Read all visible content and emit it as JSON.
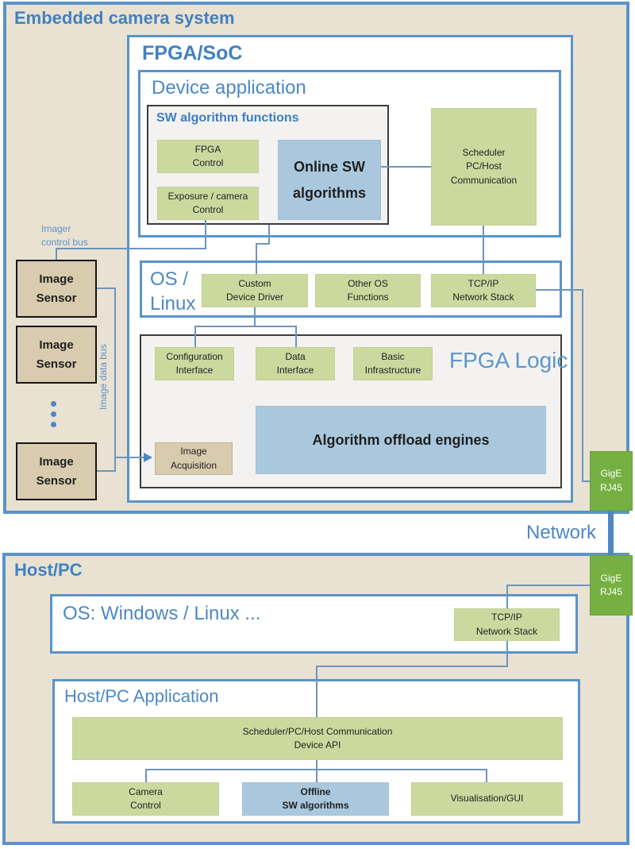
{
  "colors": {
    "accent_blue_border": "#5b93c8",
    "title_blue": "#4181c1",
    "connector_blue": "#6d94bf",
    "network_cable_blue": "#4d86c5",
    "box_green": "#cbd99f",
    "box_steel_blue": "#aac8dd",
    "box_tan": "#d8cbae",
    "gige_green": "#76b043",
    "background_beige": "#e9e2d3",
    "panel_gray": "#f3f2f0"
  },
  "embedded": {
    "title": "Embedded camera system",
    "imager_control_bus_label": "Imager\ncontrol bus",
    "image_data_bus_label": "Image data bus",
    "sensors": [
      "Image\nSensor",
      "Image\nSensor",
      "Image\nSensor"
    ],
    "gige": "GigE\nRJ45",
    "fpga_soc": {
      "title": "FPGA/SoC",
      "device_application": {
        "title": "Device application",
        "sw_algorithm_functions": {
          "title": "SW algorithm functions",
          "fpga_control": "FPGA\nControl",
          "exposure_control": "Exposure / camera\nControl",
          "online_sw": "Online SW\nalgorithms"
        },
        "scheduler": "Scheduler\nPC/Host\nCommunication"
      },
      "os_linux": {
        "title": "OS /\nLinux",
        "custom_driver": "Custom\nDevice Driver",
        "other_os": "Other OS\nFunctions",
        "tcpip": "TCP/IP\nNetwork Stack"
      },
      "fpga_logic": {
        "title": "FPGA Logic",
        "config_interface": "Configuration\nInterface",
        "data_interface": "Data\nInterface",
        "basic_infrastructure": "Basic\nInfrastructure",
        "offload_engines": "Algorithm offload engines",
        "image_acquisition": "Image\nAcquisition"
      }
    }
  },
  "network_label": "Network",
  "host": {
    "title": "Host/PC",
    "gige": "GigE\nRJ45",
    "os": {
      "title": "OS: Windows / Linux ...",
      "tcpip": "TCP/IP\nNetwork Stack"
    },
    "application": {
      "title": "Host/PC Application",
      "scheduler_api": "Scheduler/PC/Host Communication\nDevice API",
      "camera_control": "Camera\nControl",
      "offline_sw": "Offline\nSW algorithms",
      "visualisation": "Visualisation/GUI"
    }
  }
}
